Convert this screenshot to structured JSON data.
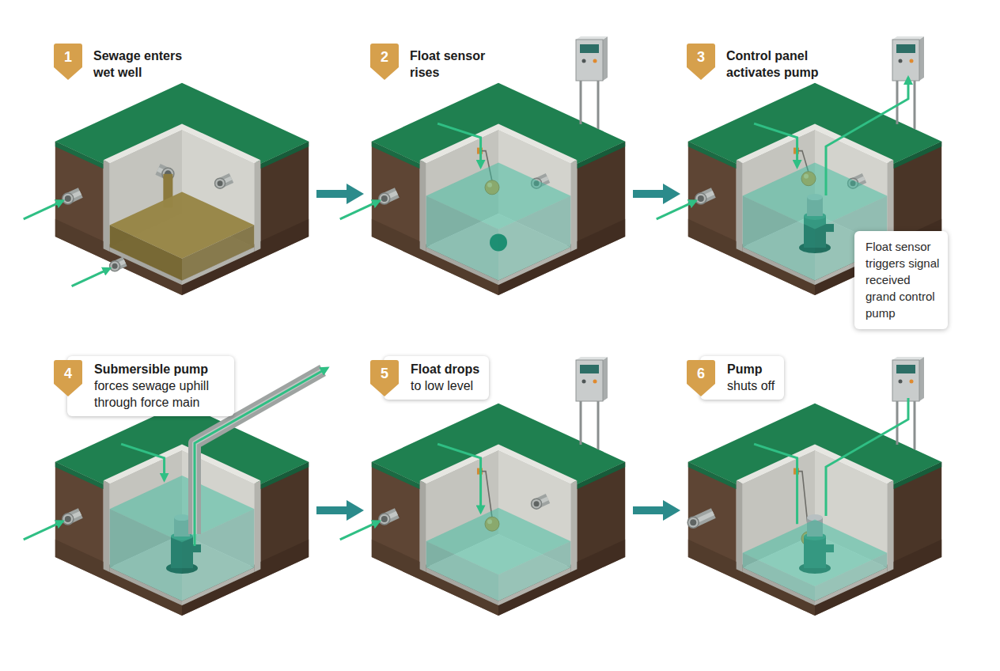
{
  "diagram": {
    "nodes": [
      {
        "text": [
          "1",
          "Sewage enters wet well"
        ]
      },
      {
        "text": [
          "2",
          "Float sensor rises"
        ]
      },
      {
        "text": [
          "3",
          "Control panel activates pump"
        ]
      },
      {
        "text": [
          "Float sensor triggers signal received grand control pump"
        ],
        "in": 2
      },
      {
        "text": [
          "4",
          "Submersible pump",
          "forces sewage uphill through force main"
        ]
      },
      {
        "text": [
          "5",
          "Float drops",
          "to low level"
        ]
      },
      {
        "text": [
          "6",
          "Pump",
          "shuts off"
        ]
      }
    ],
    "edges": [
      {
        "from": 0,
        "to": 1,
        "arrow": "to"
      },
      {
        "from": 1,
        "to": 2,
        "arrow": "to"
      },
      {
        "from": 4,
        "to": 5,
        "arrow": "to"
      },
      {
        "from": 5,
        "to": 6,
        "arrow": "to"
      }
    ]
  }
}
